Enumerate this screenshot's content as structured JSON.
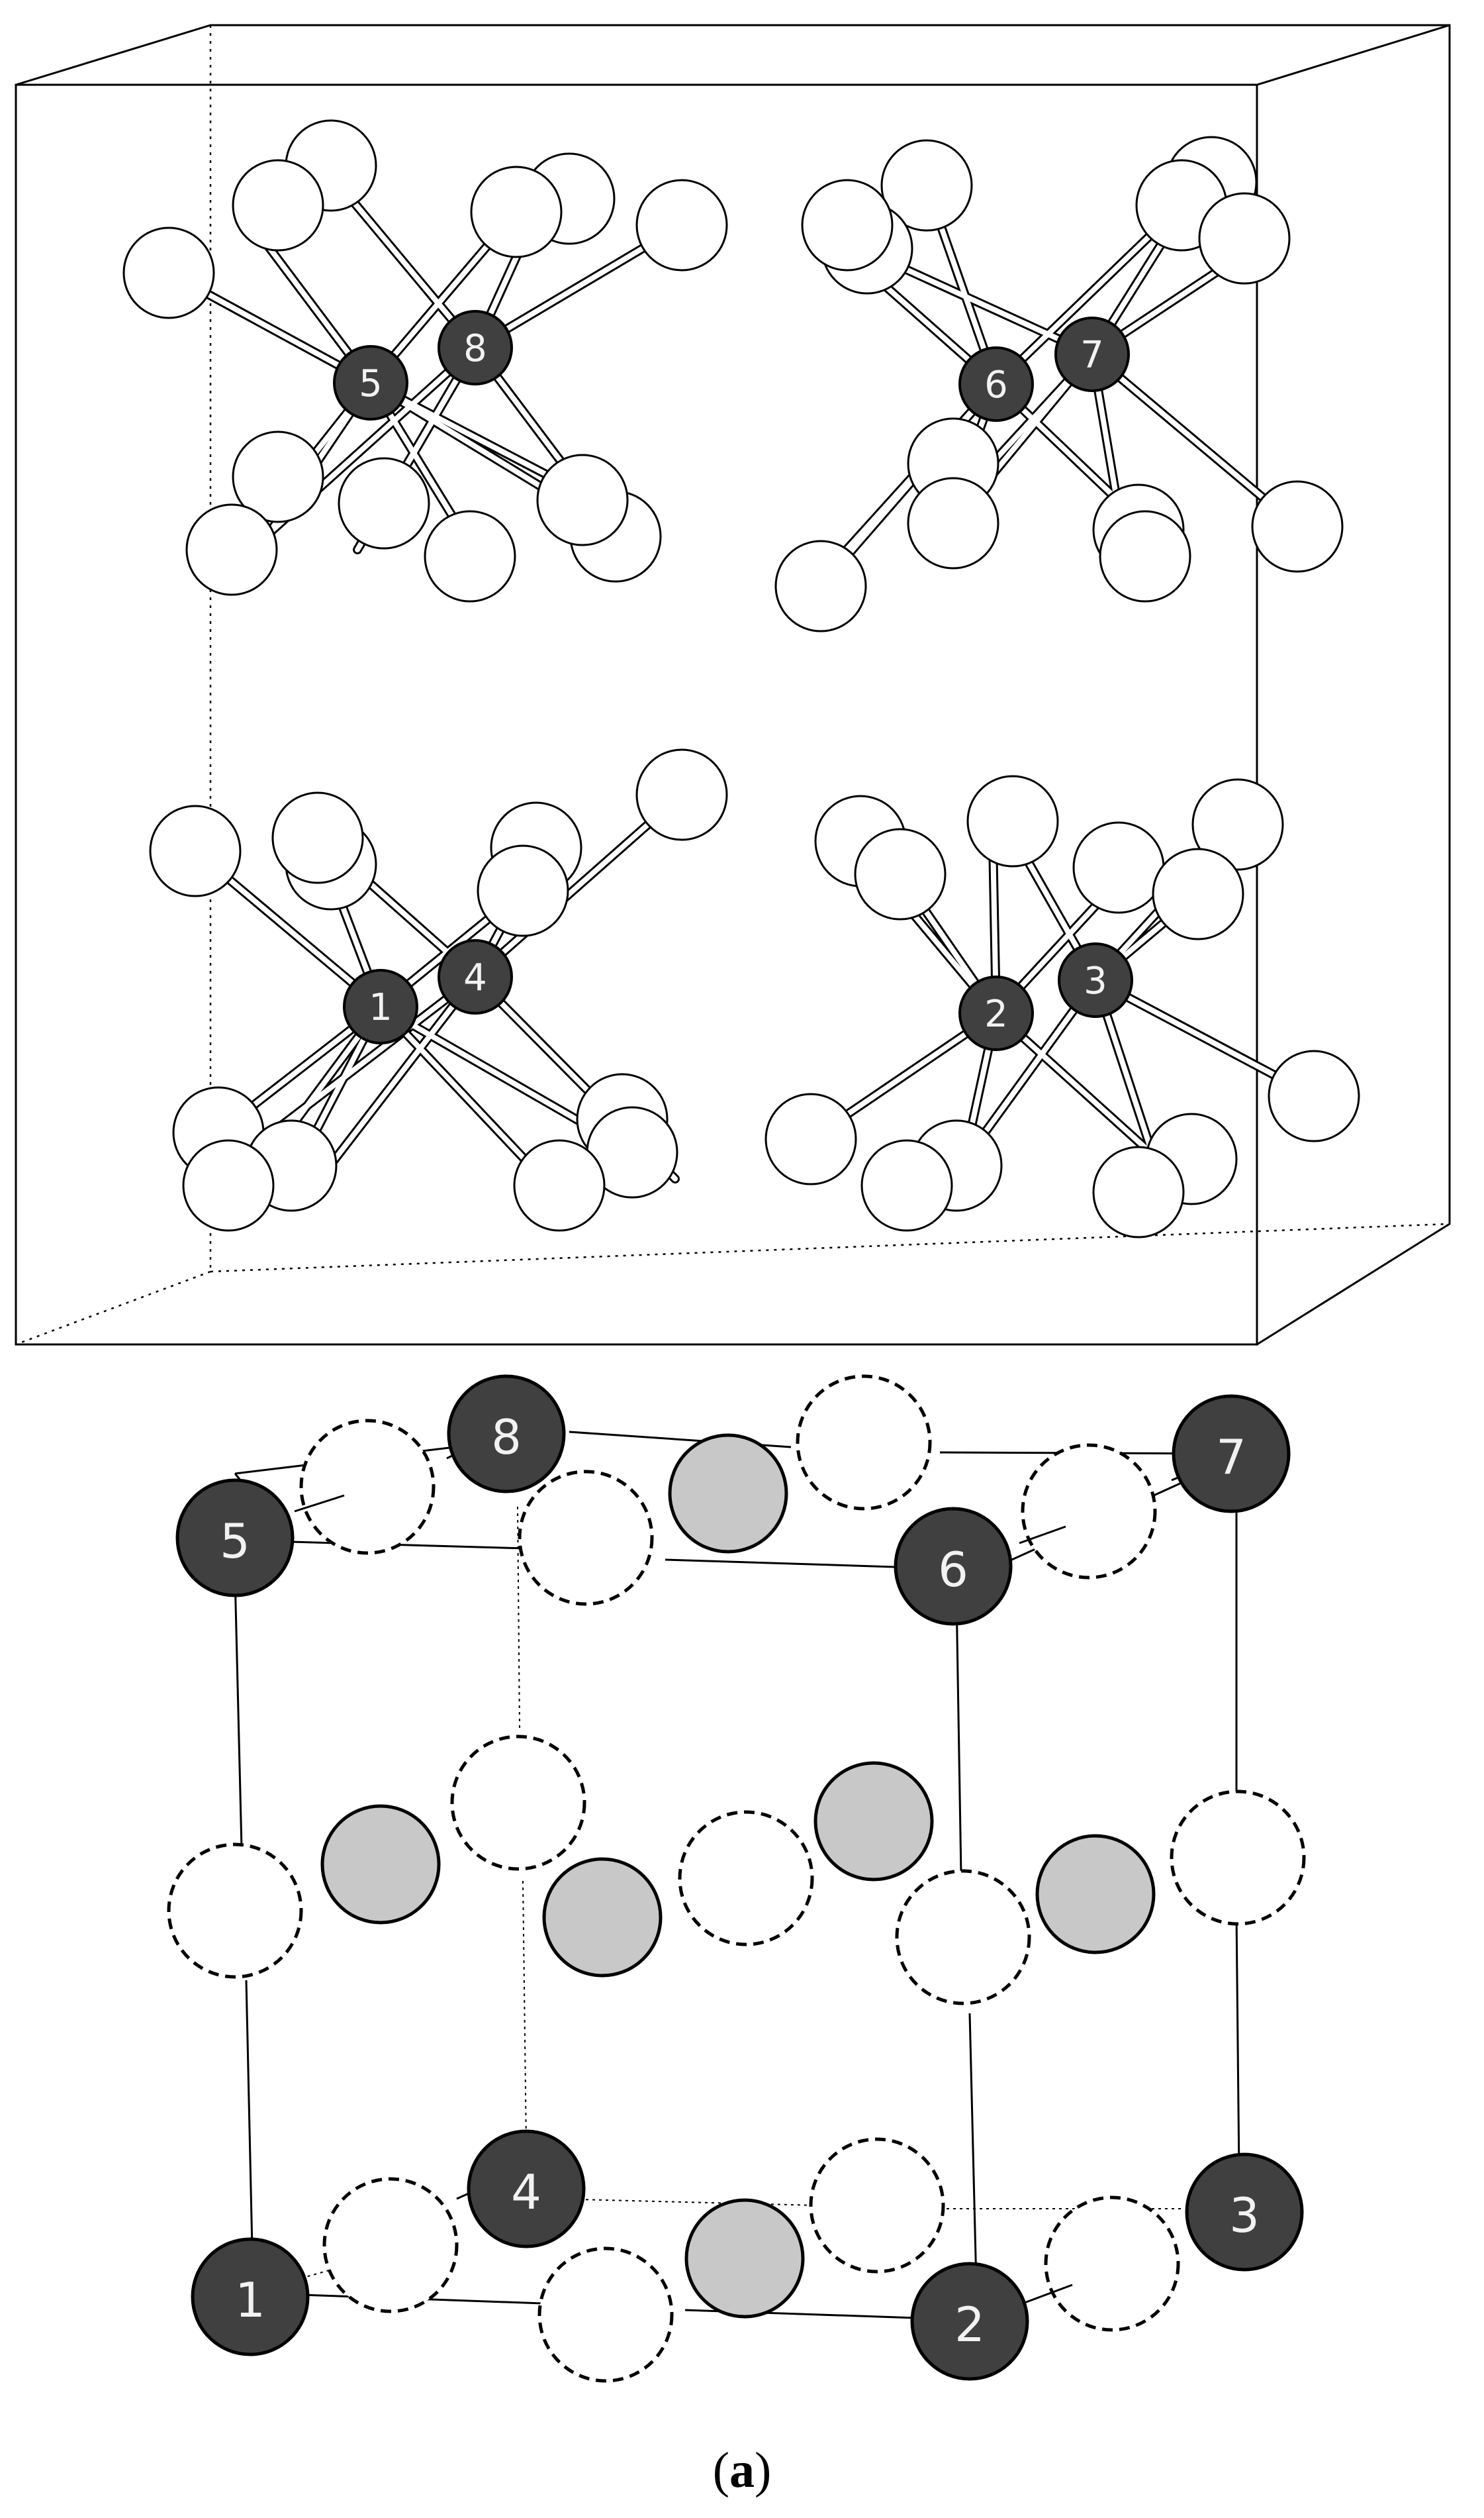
{
  "figure": {
    "caption_prefix": "(",
    "caption_label": "a",
    "caption_suffix": ")"
  },
  "top_panel": {
    "cation_labels": [
      "5",
      "8",
      "6",
      "7",
      "1",
      "4",
      "2",
      "3"
    ]
  },
  "bottom_panel": {
    "site_labels": [
      "8",
      "5",
      "7",
      "6",
      "4",
      "3",
      "1",
      "2"
    ]
  },
  "colors": {
    "cation_fill": "#404040",
    "cation_label": "#f2f2f2",
    "anion_fill": "#ffffff",
    "interstitial_fill": "#c8c8c8",
    "outline": "#000000"
  }
}
